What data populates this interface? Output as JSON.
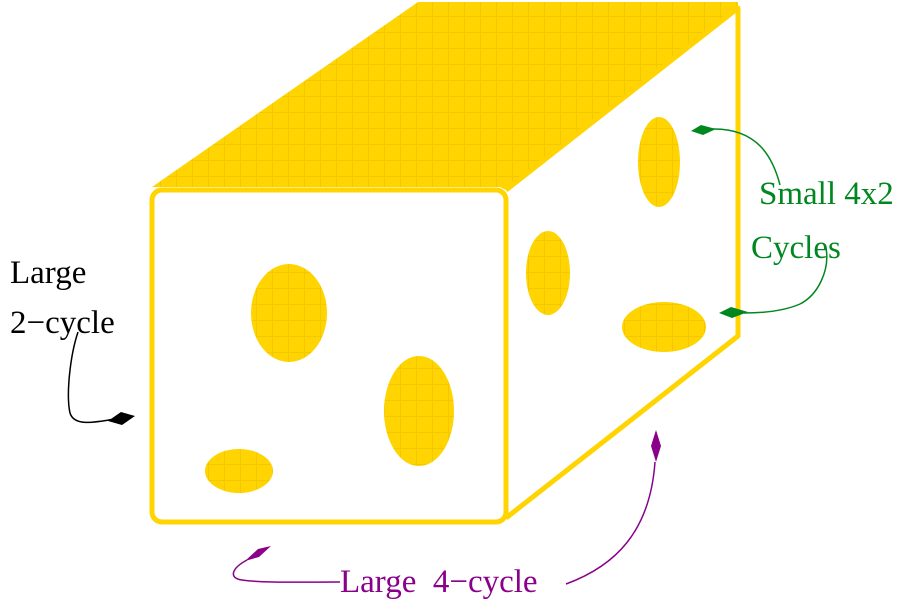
{
  "colors": {
    "cheese": "#FFD400",
    "cheese_grid": "#E9BE00",
    "black": "#000000",
    "green": "#00871F",
    "purple": "#8A008A",
    "background": "#FFFFFF"
  },
  "labels": {
    "large_2cycle_line1": "Large",
    "large_2cycle_line2": "2−cycle",
    "small_4x2_line1": "Small 4x2",
    "small_4x2_line2": "Cycles",
    "large_4cycle": "Large  4−cycle"
  }
}
